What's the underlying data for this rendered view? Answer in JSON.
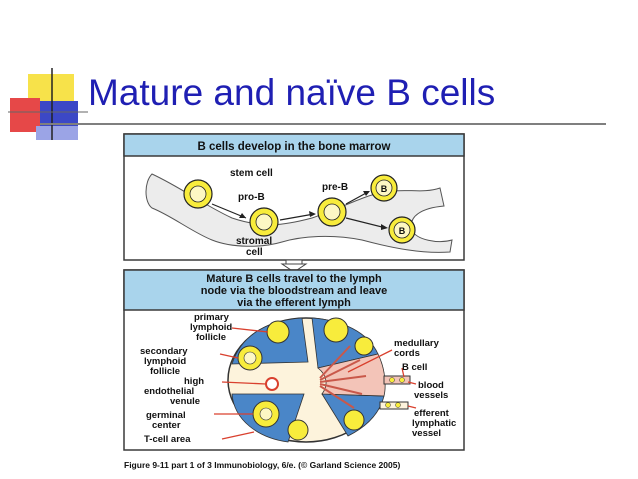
{
  "slide": {
    "title": "Mature and naïve B cells"
  },
  "figure": {
    "panel1": {
      "header": "B cells develop in the bone marrow",
      "labels": {
        "stem_cell": "stem cell",
        "pro_b": "pro-B",
        "pre_b": "pre-B",
        "b1": "B",
        "b2": "B",
        "stromal_line1": "stromal",
        "stromal_line2": "cell"
      }
    },
    "panel2": {
      "header_line1": "Mature B cells travel to the lymph",
      "header_line2": "node via the bloodstream and leave",
      "header_line3": "via the efferent lymph",
      "labels": {
        "primary_1": "primary",
        "primary_2": "lymphoid",
        "primary_3": "follicle",
        "secondary_1": "secondary",
        "secondary_2": "lymphoid",
        "secondary_3": "follicle",
        "high_1": "high",
        "high_2": "endothelial",
        "high_3": "venule",
        "germinal_1": "germinal",
        "germinal_2": "center",
        "tcell": "T-cell area",
        "medullary_1": "medullary",
        "medullary_2": "cords",
        "bcell": "B cell",
        "blood_1": "blood",
        "blood_2": "vessels",
        "efferent_1": "efferent",
        "efferent_2": "lymphatic",
        "efferent_3": "vessel"
      }
    },
    "caption": "Figure 9-11 part 1 of 3  Immunobiology, 6/e. (© Garland Science 2005)"
  },
  "colors": {
    "title": "#1f1fb3",
    "panel_header_bg": "#a9d4ec",
    "panel_border": "#3a3a3a",
    "cell_yellow": "#f8ec3c",
    "tissue_blue": "#4a86c8",
    "tissue_cream": "#fdf3dc",
    "tissue_pink": "#f3c4b8",
    "vessel_red": "#d9402e"
  }
}
